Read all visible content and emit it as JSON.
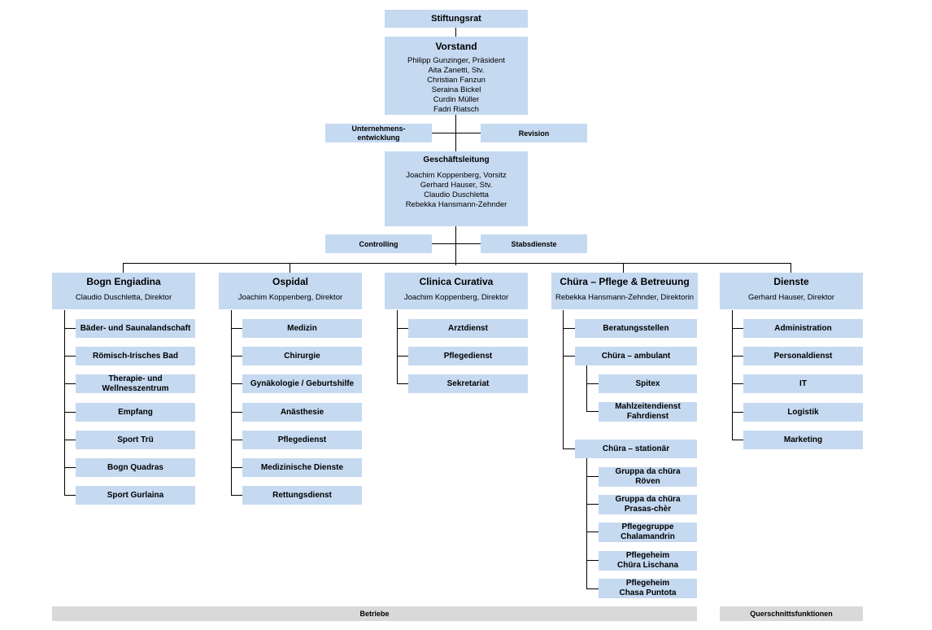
{
  "top": {
    "stiftungsrat": "Stiftungsrat",
    "vorstand_title": "Vorstand",
    "vorstand_members": "Philipp Gunzinger, Präsident\nAita Zanetti, Stv.\nChristian Fanzun\nSeraina Bickel\nCurdin Müller\nFadri Riatsch",
    "unternehmensentwicklung": "Unternehmens-\nentwicklung",
    "revision": "Revision",
    "gl_title": "Geschäftsleitung",
    "gl_members": "Joachim Koppenberg, Vorsitz\nGerhard Hauser, Stv.\nClaudio Duschletta\nRebekka Hansmann-Zehnder",
    "controlling": "Controlling",
    "stabsdienste": "Stabsdienste"
  },
  "divisions": [
    {
      "title": "Bogn Engiadina",
      "director": "Claudio Duschletta, Direktor",
      "units": [
        "Bäder- und Saunalandschaft",
        "Römisch-Irisches Bad",
        "Therapie- und Wellnesszentrum",
        "Empfang",
        "Sport Trü",
        "Bogn Quadras",
        "Sport Gurlaina"
      ]
    },
    {
      "title": "Ospidal",
      "director": "Joachim Koppenberg, Direktor",
      "units": [
        "Medizin",
        "Chirurgie",
        "Gynäkologie / Geburtshilfe",
        "Anästhesie",
        "Pflegedienst",
        "Medizinische Dienste",
        "Rettungsdienst"
      ]
    },
    {
      "title": "Clinica Curativa",
      "director": "Joachim Koppenberg, Direktor",
      "units": [
        "Arztdienst",
        "Pflegedienst",
        "Sekretariat"
      ]
    },
    {
      "title": "Chüra – Pflege & Betreuung",
      "director": "Rebekka Hansmann-Zehnder, Direktorin",
      "units": [
        "Beratungsstellen",
        "Chüra – ambulant",
        "Chüra – stationär"
      ],
      "ambulant": [
        "Spitex",
        "Mahlzeitendienst\nFahrdienst"
      ],
      "stationaer": [
        "Gruppa da chüra\nRöven",
        "Gruppa da chüra\nPrasas-chèr",
        "Pflegegruppe\nChalamandrin",
        "Pflegeheim\nChüra Lischana",
        "Pflegeheim\nChasa Puntota"
      ]
    },
    {
      "title": "Dienste",
      "director": "Gerhard Hauser, Direktor",
      "units": [
        "Administration",
        "Personaldienst",
        "IT",
        "Logistik",
        "Marketing"
      ]
    }
  ],
  "footer": {
    "betriebe": "Betriebe",
    "querschnitt": "Querschnittsfunktionen"
  },
  "colors": {
    "box_fill": "#c5d9f1",
    "footer_fill": "#d9d9d9",
    "line": "#000000"
  }
}
